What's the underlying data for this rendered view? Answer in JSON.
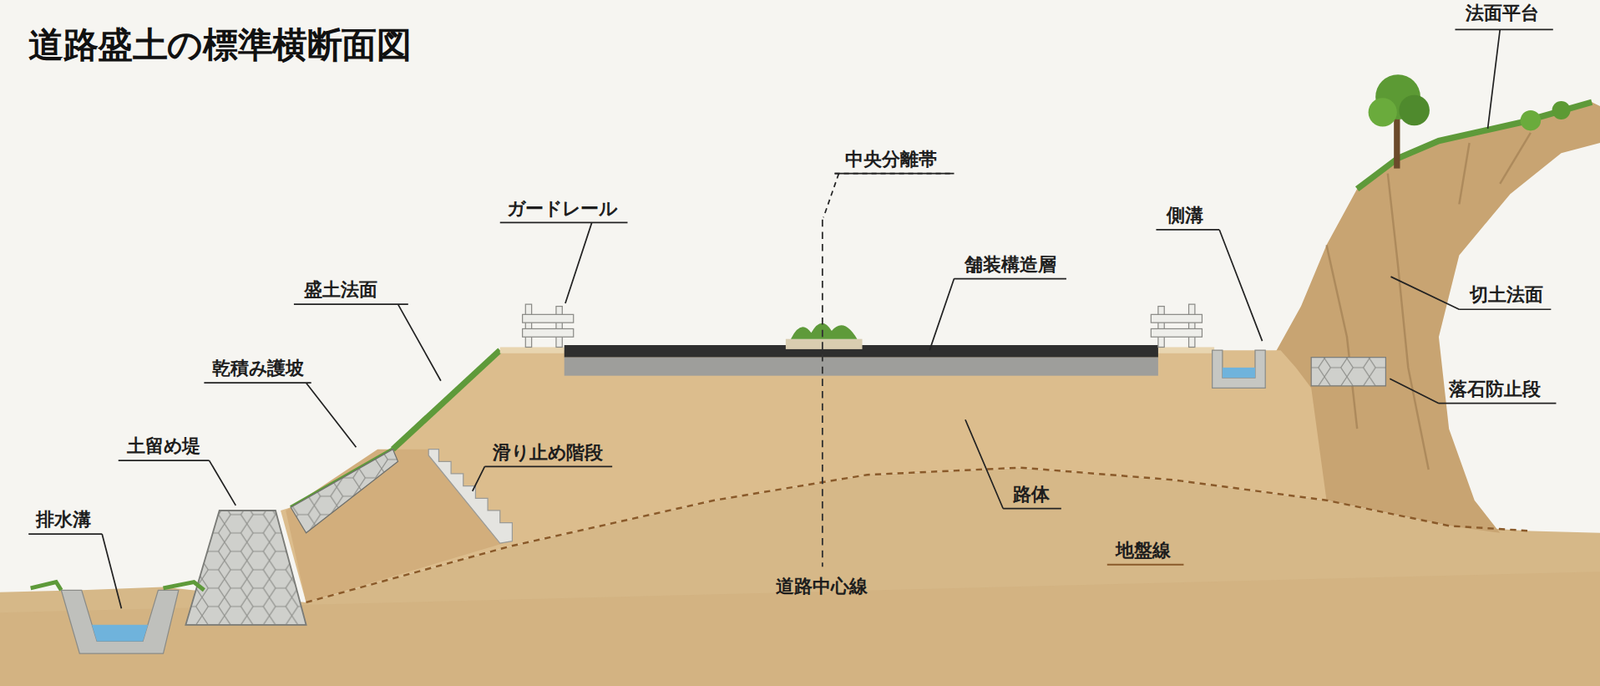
{
  "diagram": {
    "title": "道路盛土の標準横断面図",
    "labels": [
      "法面平台",
      "中央分離帯",
      "ガードレール",
      "側溝",
      "舗装構造層",
      "盛土法面",
      "切土法面",
      "乾積み護坡",
      "落石防止段",
      "土留め堤",
      "滑り止め階段",
      "路体",
      "排水溝",
      "地盤線",
      "道路中心線"
    ]
  }
}
